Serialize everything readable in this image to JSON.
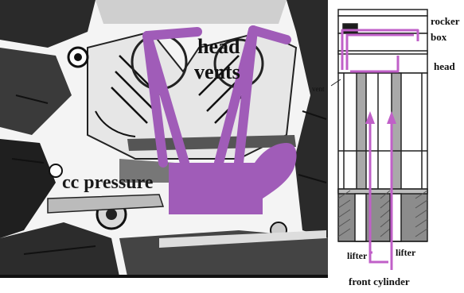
{
  "labels": {
    "head_vents": [
      "head",
      "vents"
    ],
    "cc_pressure": "cc pressure",
    "rocker_box": [
      "rocker",
      "box"
    ],
    "head": "head",
    "vent": "vent",
    "lifter_left": "lifter",
    "lifter_right": "lifter",
    "front_cylinder": "front cylinder"
  },
  "colors": {
    "vent_path": "#a05cb8",
    "vent_path_light": "#c9a2d6",
    "photo_dark": "#1c1c1c",
    "photo_mid": "#6b6b6b",
    "photo_light": "#d9d9d9",
    "cylinder_gray": "#8c8c8c",
    "pushrod_gray": "#a9a9a9"
  }
}
